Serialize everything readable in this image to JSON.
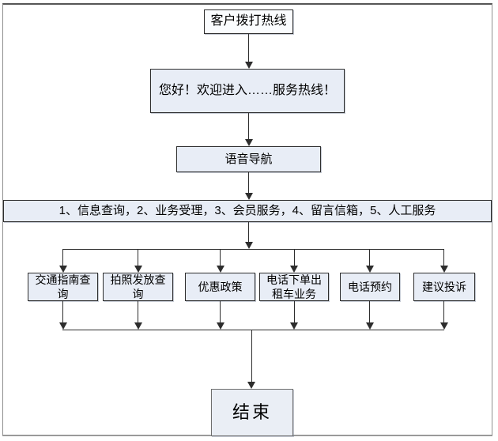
{
  "flowchart": {
    "nodes": {
      "start": {
        "label": "客户拨打热线"
      },
      "welcome": {
        "label": "您好！欢迎进入……服务热线！"
      },
      "voice_nav": {
        "label": "语音导航"
      },
      "menu": {
        "label": "1、信息查询，2、业务受理，3、会员服务，4、留言信箱，5、人工服务"
      },
      "options": [
        {
          "label": "交通指南查询"
        },
        {
          "label": "拍照发放查询"
        },
        {
          "label": "优惠政策"
        },
        {
          "label": "电话下单出租车业务"
        },
        {
          "label": "电话预约"
        },
        {
          "label": "建议投诉"
        }
      ],
      "end": {
        "label": "结束"
      }
    },
    "colors": {
      "node_fill": "#e8edf6",
      "start_fill": "#fafcfe",
      "end_fill": "#eaeef5",
      "node_border": "#2d2d2d",
      "connector": "#2d2d2d",
      "canvas_border": "#8f8f8f",
      "background": "#ffffff",
      "text": "#000000"
    }
  }
}
